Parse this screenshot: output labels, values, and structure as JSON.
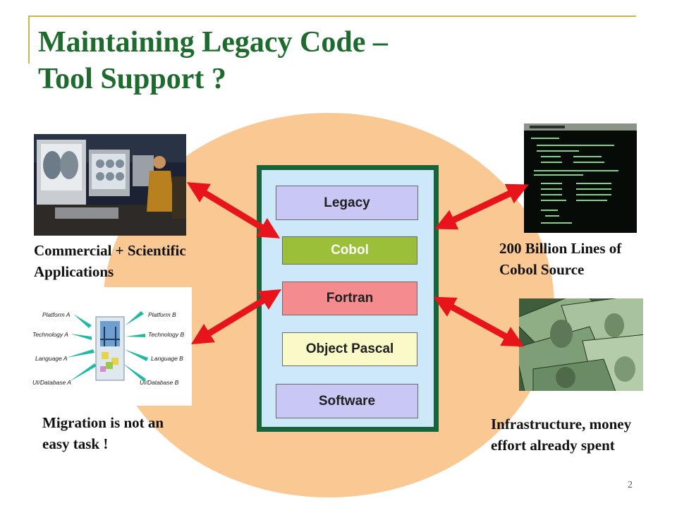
{
  "slide": {
    "title_line1": "Maintaining Legacy Code –",
    "title_line2": "Tool Support ?",
    "page_number": "2"
  },
  "stack": {
    "items": [
      "Legacy",
      "Cobol",
      "Fortran",
      "Object Pascal",
      "Software"
    ]
  },
  "captions": {
    "top_left": [
      "Commercial + Scientific",
      "Applications"
    ],
    "top_right": [
      "200 Billion Lines of",
      "Cobol Source"
    ],
    "bottom_left": [
      "Migration is not an",
      "easy task !"
    ],
    "bottom_right": [
      "Infrastructure, money",
      "effort already spent"
    ]
  },
  "migration_diagram": {
    "left_labels": [
      "Platform A",
      "Technology A",
      "Language A",
      "UI/Database A"
    ],
    "right_labels": [
      "Platform B",
      "Technology B",
      "Language B",
      "UI/Database B"
    ]
  },
  "colors": {
    "title": "#1e6b2e",
    "accent_line": "#c8b45a",
    "blob": "#fac892",
    "stack_border": "#17633a",
    "stack_fill": "#cde8f8",
    "arrow": "#e8141c"
  }
}
